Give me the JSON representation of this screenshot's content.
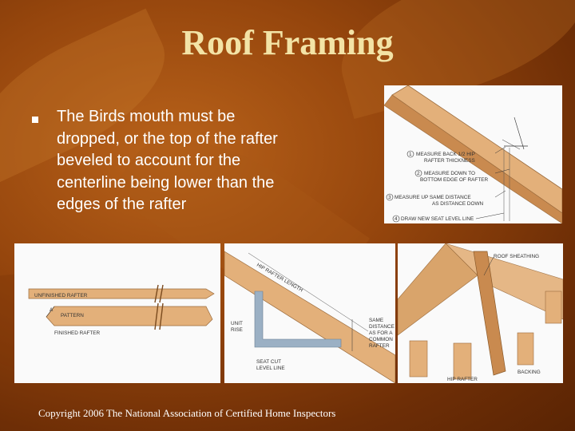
{
  "slide": {
    "title": "Roof Framing",
    "bullet": "The Birds mouth must be dropped, or the top of the rafter beveled to account for the centerline being lower than the edges of the rafter",
    "footer": "Copyright 2006 The National Association of Certified Home Inspectors"
  },
  "figure_top": {
    "step1_a": "MEASURE BACK 1/2 HIP",
    "step1_b": "RAFTER THICKNESS",
    "step2_a": "MEASURE DOWN TO",
    "step2_b": "BOTTOM EDGE OF RAFTER",
    "step3_a": "MEASURE UP SAME DISTANCE",
    "step3_b": "AS DISTANCE DOWN",
    "step4": "DRAW NEW SEAT LEVEL LINE",
    "num1": "1",
    "num2": "2",
    "num3": "3",
    "num4": "4"
  },
  "figure_left": {
    "label_top": "UNFINISHED RAFTER",
    "label_pattern": "PATTERN",
    "label_finished": "FINISHED RAFTER",
    "label_a": "A"
  },
  "figure_middle": {
    "label_length": "HIP RAFTER LENGTH",
    "label_unit_a": "UNIT",
    "label_unit_b": "RISE",
    "label_seat_a": "SEAT CUT",
    "label_seat_b": "LEVEL LINE",
    "label_same_a": "SAME",
    "label_same_b": "DISTANCE",
    "label_same_c": "AS FOR A",
    "label_same_d": "COMMON",
    "label_same_e": "RAFTER"
  },
  "figure_right": {
    "label_sheathing": "ROOF SHEATHING",
    "label_hip": "HIP RAFTER",
    "label_backing": "BACKING"
  },
  "colors": {
    "background": "#96460d",
    "title": "#f3e3a6",
    "wood": "#e3b07a",
    "wood_dark": "#c98a4f",
    "steel_square": "#9bb0c4"
  }
}
